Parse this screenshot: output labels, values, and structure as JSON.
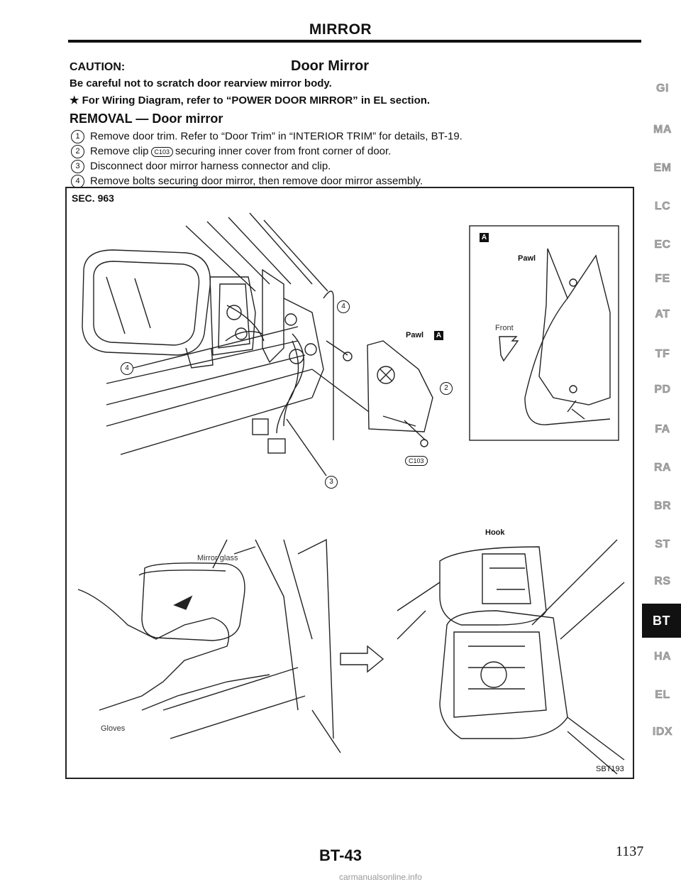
{
  "header": {
    "title": "MIRROR"
  },
  "caution": {
    "label": "CAUTION:",
    "text": "Be careful not to scratch door rearview mirror body."
  },
  "section_title": "Door Mirror",
  "wiring_note": "★  For Wiring Diagram, refer to “POWER DOOR MIRROR” in EL section.",
  "removal": {
    "heading": "REMOVAL — Door mirror",
    "steps": [
      {
        "num": "1",
        "text": "Remove door trim. Refer to “Door Trim” in “INTERIOR TRIM” for details, BT-19."
      },
      {
        "num": "2",
        "text_before": "Remove clip",
        "clip": "C103",
        "text_after": "securing inner cover from front corner of door."
      },
      {
        "num": "3",
        "text": "Disconnect door mirror harness connector and clip."
      },
      {
        "num": "4",
        "text": "Remove bolts securing door mirror, then remove door mirror assembly."
      }
    ]
  },
  "figure": {
    "section": "SEC. 963",
    "id": "SBT193",
    "labels": {
      "callout_4_left": "4",
      "callout_4_bolt": "4",
      "callout_2": "2",
      "callout_3": "3",
      "pawl_a": "Pawl",
      "detail_letter": "A",
      "pawl_letter": "A",
      "detail_pawl": "Pawl",
      "front": "Front",
      "clip_code": "C103",
      "hook": "Hook",
      "mirror_glass": "Mirror glass",
      "gloves": "Gloves"
    }
  },
  "side_tabs": [
    "GI",
    "MA",
    "EM",
    "LC",
    "EC",
    "FE",
    "AT",
    "TF",
    "PD",
    "FA",
    "RA",
    "BR",
    "ST",
    "RS",
    "BT",
    "HA",
    "EL",
    "IDX"
  ],
  "active_tab": "BT",
  "footer": {
    "page_code": "BT-43",
    "page_number": "1137"
  },
  "watermark": "carmanualsonline.info"
}
